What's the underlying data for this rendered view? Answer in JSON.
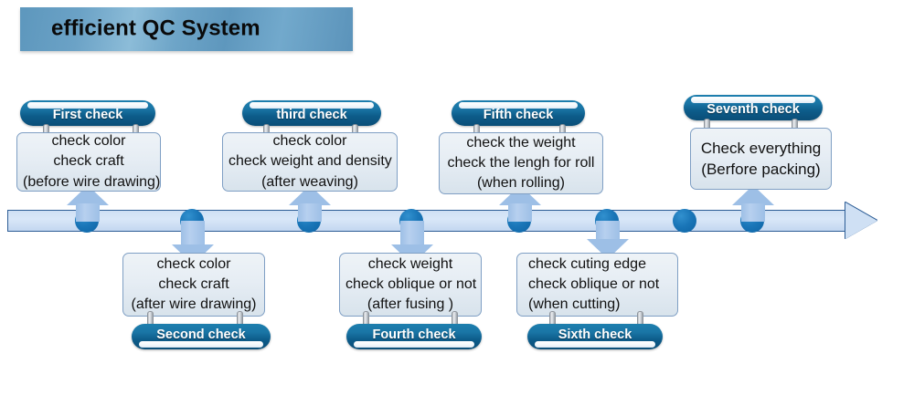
{
  "banner": {
    "title": "efficient QC System",
    "bg_color": "#6ba2c6",
    "text_color": "#0a0a0a"
  },
  "timeline": {
    "bar_color": "#cfe0f4",
    "border_color": "#2d5d96",
    "dot_color": "#0d63a4",
    "arrow_color": "#9dbfe6",
    "node_count": 8
  },
  "checks": [
    {
      "id": "first-check",
      "label": "First check",
      "position": "above",
      "lines": [
        "check color",
        "check craft",
        "(before wire drawing)"
      ]
    },
    {
      "id": "second-check",
      "label": "Second check",
      "position": "below",
      "lines": [
        "check color",
        "check craft",
        "(after wire drawing)"
      ]
    },
    {
      "id": "third-check",
      "label": "third check",
      "position": "above",
      "lines": [
        "check color",
        "check weight and density",
        "(after weaving)"
      ]
    },
    {
      "id": "fourth-check",
      "label": "Fourth check",
      "position": "below",
      "lines": [
        "check weight",
        "check oblique or not",
        "(after fusing )"
      ]
    },
    {
      "id": "fifth-check",
      "label": "Fifth check",
      "position": "above",
      "lines": [
        "check the weight",
        "check the lengh for roll",
        "(when rolling)"
      ]
    },
    {
      "id": "sixth-check",
      "label": "Sixth check",
      "position": "below",
      "lines": [
        "check cuting edge",
        "check oblique or not",
        "(when cutting)"
      ]
    },
    {
      "id": "seventh-check",
      "label": "Seventh check",
      "position": "above",
      "lines": [
        "Check everything",
        "(Berfore packing)"
      ]
    }
  ]
}
